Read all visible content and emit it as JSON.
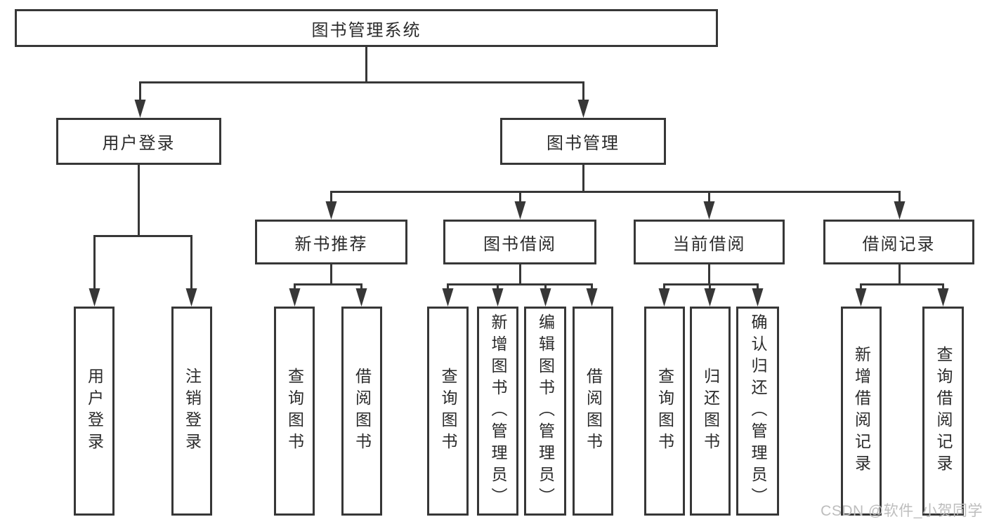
{
  "tree": {
    "root": {
      "label": "图书管理系统"
    },
    "branches": [
      {
        "label": "用户登录",
        "children": [
          {
            "label": "用户登录"
          },
          {
            "label": "注销登录"
          }
        ]
      },
      {
        "label": "图书管理",
        "sections": [
          {
            "label": "新书推荐",
            "children": [
              {
                "label": "查询图书"
              },
              {
                "label": "借阅图书"
              }
            ]
          },
          {
            "label": "图书借阅",
            "children": [
              {
                "label": "查询图书"
              },
              {
                "label": "新增图书（管理员）"
              },
              {
                "label": "编辑图书（管理员）"
              },
              {
                "label": "借阅图书"
              }
            ]
          },
          {
            "label": "当前借阅",
            "children": [
              {
                "label": "查询图书"
              },
              {
                "label": "归还图书"
              },
              {
                "label": "确认归还（管理员）"
              }
            ]
          },
          {
            "label": "借阅记录",
            "children": [
              {
                "label": "新增借阅记录"
              },
              {
                "label": "查询借阅记录"
              }
            ]
          }
        ]
      }
    ]
  },
  "watermark": {
    "text": "CSDN @软件_小贺同学"
  },
  "colors": {
    "line": "#373737",
    "text": "#2b2b2b",
    "background": "#ffffff",
    "watermark": "#bdbdbd"
  }
}
